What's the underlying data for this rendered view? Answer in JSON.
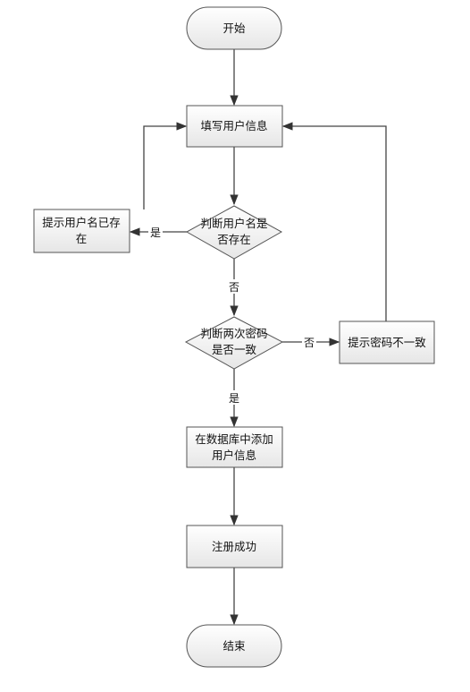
{
  "nodes": {
    "start": [
      "开始"
    ],
    "fill_info": [
      "填写用户信息"
    ],
    "check_user": [
      "判断用户名是",
      "否存在"
    ],
    "user_exists": [
      "提示用户名已存",
      "在"
    ],
    "check_pwd": [
      "判断两次密码",
      "是否一致"
    ],
    "pwd_mismatch": [
      "提示密码不一致"
    ],
    "add_db": [
      "在数据库中添加",
      "用户信息"
    ],
    "success": [
      "注册成功"
    ],
    "end": [
      "结束"
    ]
  },
  "edges": {
    "user_exists_yes": "是",
    "user_exists_no": "否",
    "pwd_match_no": "否",
    "pwd_match_yes": "是"
  }
}
